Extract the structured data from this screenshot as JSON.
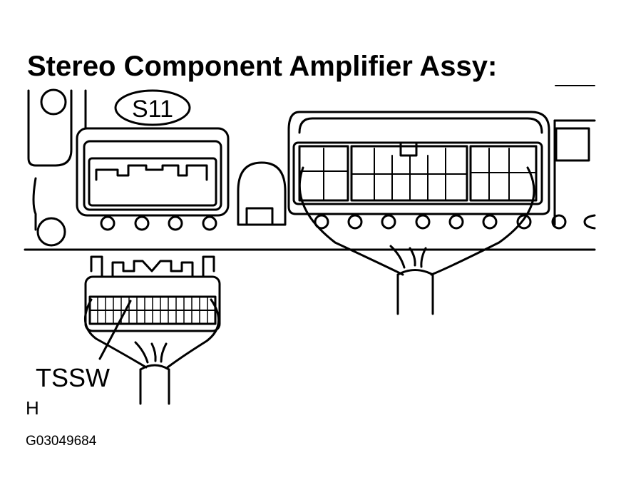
{
  "title": "Stereo Component Amplifier Assy:",
  "connectors": {
    "upper_left_label": "S11",
    "lower_left_label": "TSSW"
  },
  "view_marker": "H",
  "figure_code": "G03049684",
  "colors": {
    "line": "#000000",
    "background": "#ffffff"
  }
}
